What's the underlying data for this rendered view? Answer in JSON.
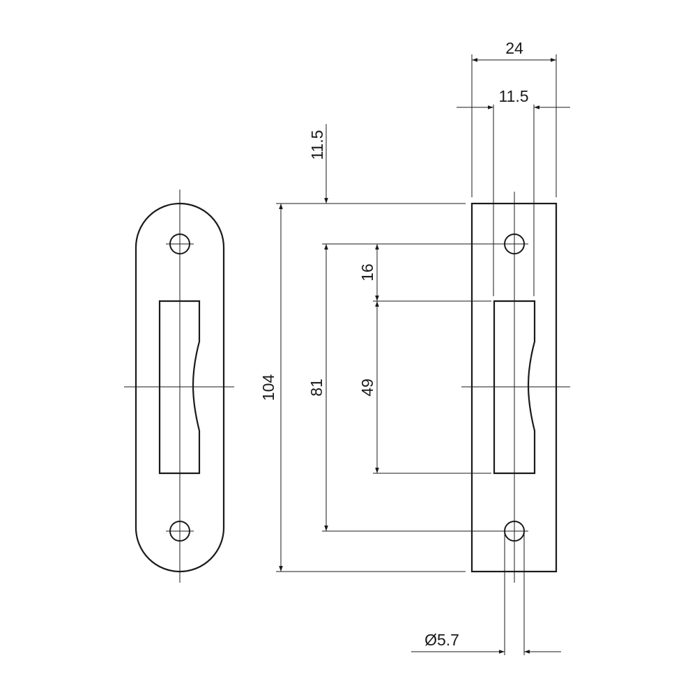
{
  "dimensions": {
    "plate_width": "24",
    "slot_width": "11.5",
    "top_offset": "11.5",
    "overall_height": "104",
    "hole_spacing": "81",
    "hole_to_slot": "16",
    "slot_height": "49",
    "hole_diameter": "Ø5.7"
  },
  "colors": {
    "ink": "#1a1a1a",
    "background": "#ffffff"
  }
}
